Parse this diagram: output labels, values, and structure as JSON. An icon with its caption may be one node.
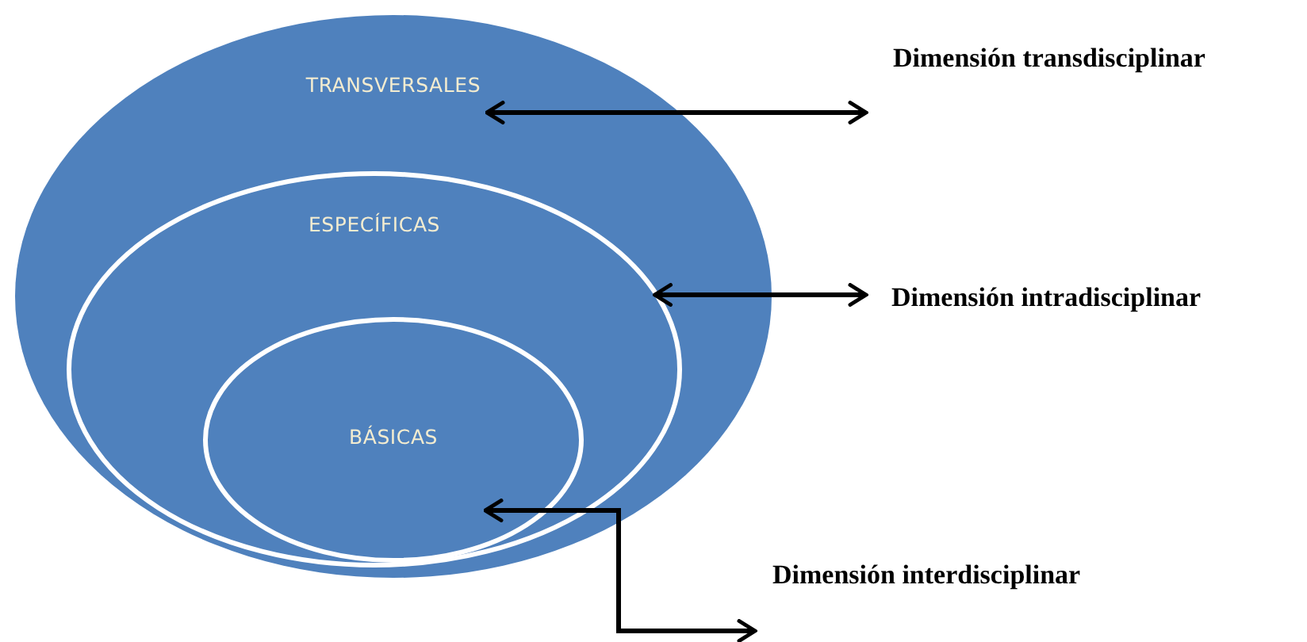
{
  "diagram": {
    "nodes": [
      {
        "text": [
          "TRANSVERSALES"
        ]
      },
      {
        "text": [
          "ESPECÍFICAS"
        ],
        "in": 0
      },
      {
        "text": [
          "BÁSICAS"
        ],
        "in": 1
      },
      {
        "text": [
          "Dimensión transdisciplinar"
        ]
      },
      {
        "text": [
          "Dimensión intradisciplinar"
        ]
      },
      {
        "text": [
          "Dimensión interdisciplinar"
        ]
      }
    ],
    "edges": [
      {
        "from": 0,
        "to": 3,
        "arrow": "both"
      },
      {
        "from": 1,
        "to": 4,
        "arrow": "both"
      },
      {
        "from": 2,
        "to": 5,
        "arrow": "both"
      }
    ]
  }
}
